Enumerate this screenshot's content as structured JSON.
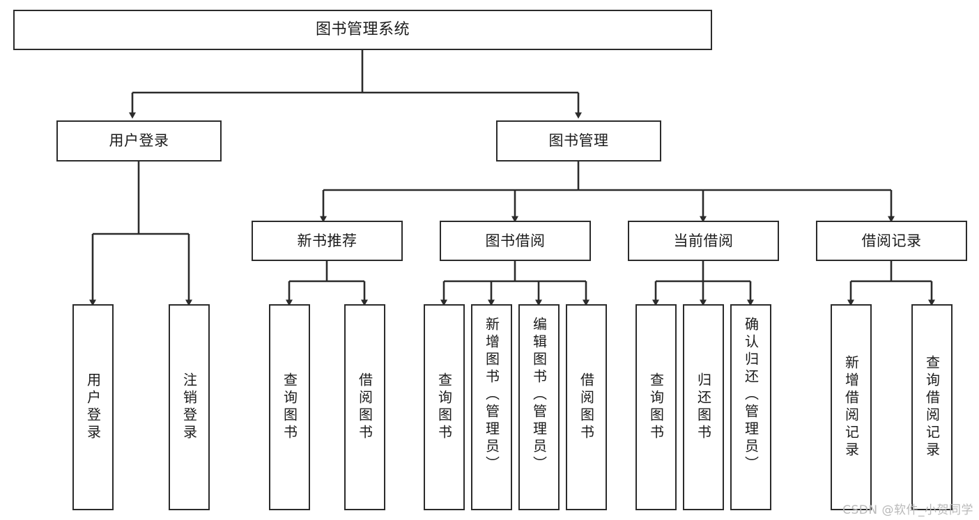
{
  "diagram": {
    "title": "图书管理系统",
    "type": "tree-hierarchy",
    "watermark": "CSDN @软件_小贺同学",
    "accent_color": "#2b2b2b",
    "background_color": "#ffffff"
  },
  "nodes": {
    "root": {
      "label": "图书管理系统",
      "level": 0
    },
    "l1": [
      {
        "id": "user-login",
        "label": "用户登录",
        "level": 1
      },
      {
        "id": "book-manage",
        "label": "图书管理",
        "level": 1
      }
    ],
    "l2": [
      {
        "id": "new-book-rec",
        "label": "新书推荐",
        "level": 2
      },
      {
        "id": "book-borrow",
        "label": "图书借阅",
        "level": 2
      },
      {
        "id": "current-borrow",
        "label": "当前借阅",
        "level": 2
      },
      {
        "id": "borrow-record",
        "label": "借阅记录",
        "level": 2
      }
    ],
    "leaves": [
      {
        "id": "leaf-user-login",
        "label": "用户登录",
        "parent": "user-login"
      },
      {
        "id": "leaf-logout",
        "label": "注销登录",
        "parent": "user-login"
      },
      {
        "id": "leaf-query-book-1",
        "label": "查询图书",
        "parent": "new-book-rec"
      },
      {
        "id": "leaf-borrow-book-1",
        "label": "借阅图书",
        "parent": "new-book-rec"
      },
      {
        "id": "leaf-query-book-2",
        "label": "查询图书",
        "parent": "book-borrow"
      },
      {
        "id": "leaf-add-book",
        "label": "新增图书（管理员）",
        "parent": "book-borrow"
      },
      {
        "id": "leaf-edit-book",
        "label": "编辑图书（管理员）",
        "parent": "book-borrow"
      },
      {
        "id": "leaf-borrow-book-2",
        "label": "借阅图书",
        "parent": "book-borrow"
      },
      {
        "id": "leaf-query-book-3",
        "label": "查询图书",
        "parent": "current-borrow"
      },
      {
        "id": "leaf-return-book",
        "label": "归还图书",
        "parent": "current-borrow"
      },
      {
        "id": "leaf-confirm-return",
        "label": "确认归还（管理员）",
        "parent": "current-borrow"
      },
      {
        "id": "leaf-add-record",
        "label": "新增借阅记录",
        "parent": "borrow-record"
      },
      {
        "id": "leaf-query-record",
        "label": "查询借阅记录",
        "parent": "borrow-record"
      }
    ]
  }
}
